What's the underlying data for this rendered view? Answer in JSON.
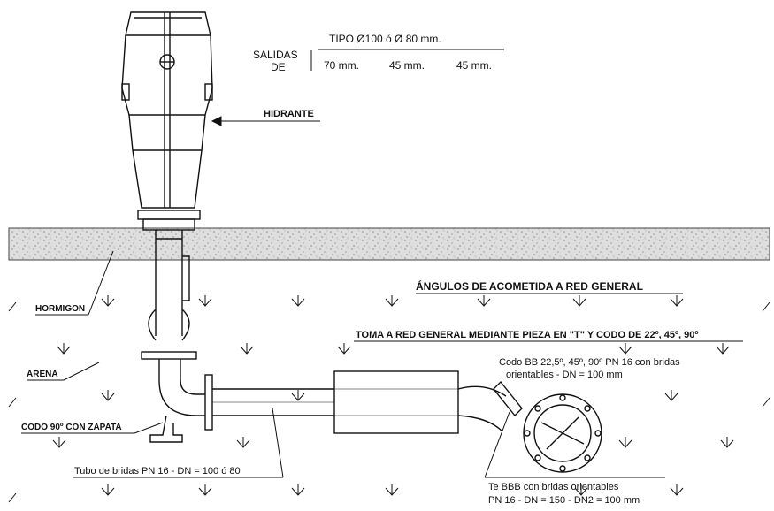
{
  "labels": {
    "tipo": "TIPO Ø100 ó Ø 80 mm.",
    "salidas_1": "SALIDAS",
    "salidas_2": "DE",
    "outlets": [
      "70 mm.",
      "45 mm.",
      "45 mm."
    ],
    "hidrante": "HIDRANTE",
    "hormigon": "HORMIGON",
    "arena": "ARENA",
    "codo_zapata": "CODO 90º CON ZAPATA",
    "tubo": "Tubo de bridas PN 16 - DN = 100 ó 80",
    "angulos_title": "ÁNGULOS DE ACOMETIDA A RED GENERAL",
    "toma_title": "TOMA A RED GENERAL MEDIANTE PIEZA EN \"T\" Y CODO DE 22º, 45º, 90º",
    "codo_bb_1": "Codo BB 22,5º, 45º, 90º  PN 16 con bridas",
    "codo_bb_2": "orientables - DN = 100 mm",
    "te_bbb_1": "Te BBB con bridas orientables",
    "te_bbb_2": "PN 16 - DN = 150 - DN2 = 100 mm"
  },
  "colors": {
    "line": "#111111",
    "ground": "#d9d9d9",
    "background": "#ffffff"
  }
}
